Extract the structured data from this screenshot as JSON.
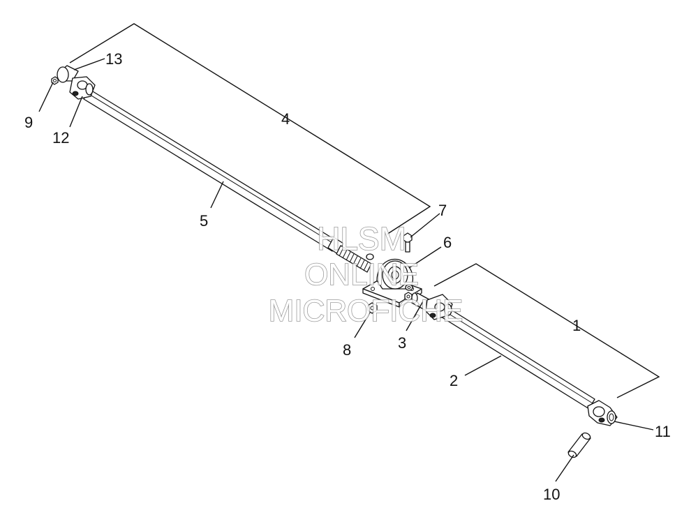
{
  "callouts": {
    "c1": "1",
    "c2": "2",
    "c3": "3",
    "c4": "4",
    "c5": "5",
    "c6": "6",
    "c7": "7",
    "c8": "8",
    "c9": "9",
    "c10": "10",
    "c11": "11",
    "c12": "12",
    "c13": "13"
  },
  "watermark": {
    "line1": "HLSM",
    "line2": "ONLINE",
    "line3": "MICROFICHE"
  }
}
